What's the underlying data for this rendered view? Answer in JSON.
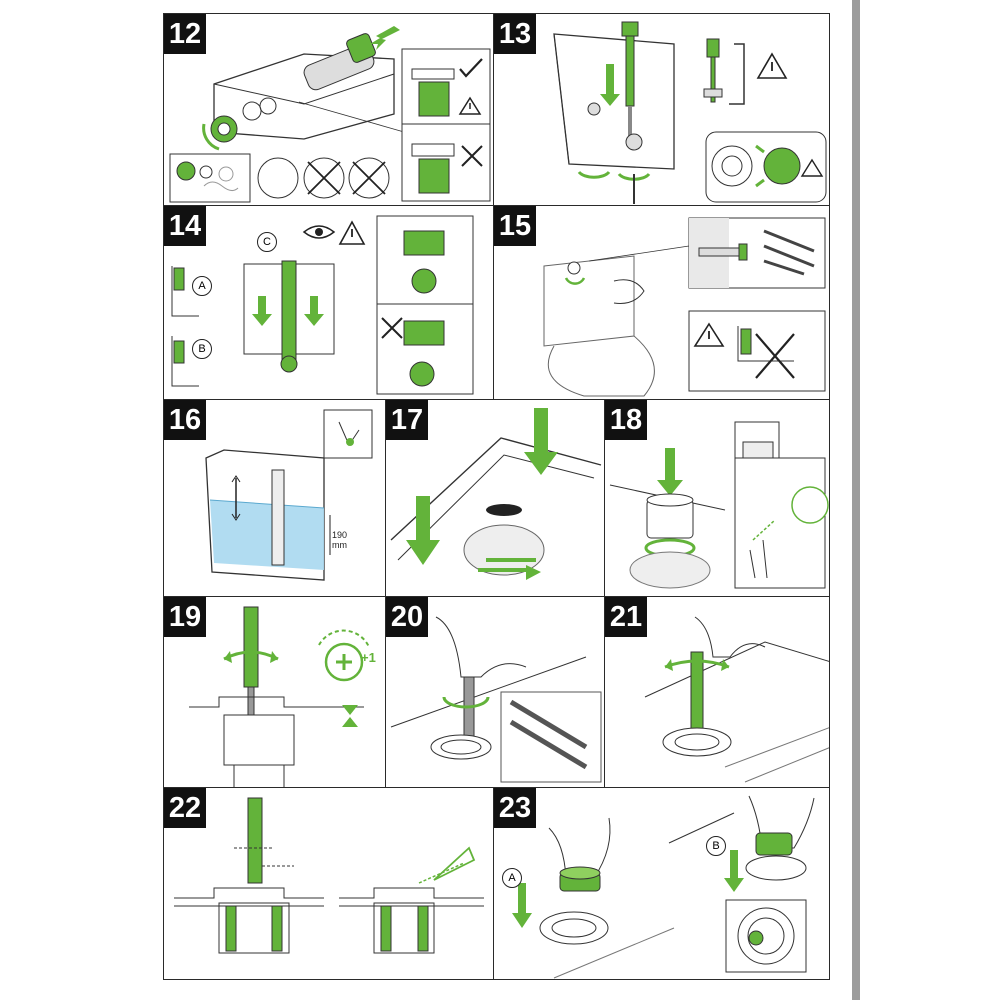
{
  "steps": [
    {
      "number": "12"
    },
    {
      "number": "13"
    },
    {
      "number": "14",
      "labels": {
        "c": "C",
        "a": "A",
        "b": "B"
      }
    },
    {
      "number": "15"
    },
    {
      "number": "16",
      "labels": {
        "measurement": "190\nmm"
      }
    },
    {
      "number": "17"
    },
    {
      "number": "18"
    },
    {
      "number": "19",
      "labels": {
        "increment": "+1"
      }
    },
    {
      "number": "20"
    },
    {
      "number": "21"
    },
    {
      "number": "22"
    },
    {
      "number": "23",
      "labels": {
        "a": "A",
        "b": "B"
      }
    }
  ],
  "colors": {
    "accent": "#63b33a",
    "water": "#a9d8ef",
    "line": "#2a2a2a",
    "sidebar": "#9c9c9c"
  },
  "icons": [
    "arrow-down-icon",
    "warning-icon",
    "check-icon",
    "cross-icon",
    "eye-icon",
    "rotate-icon",
    "plus-icon",
    "spanner-icon"
  ]
}
